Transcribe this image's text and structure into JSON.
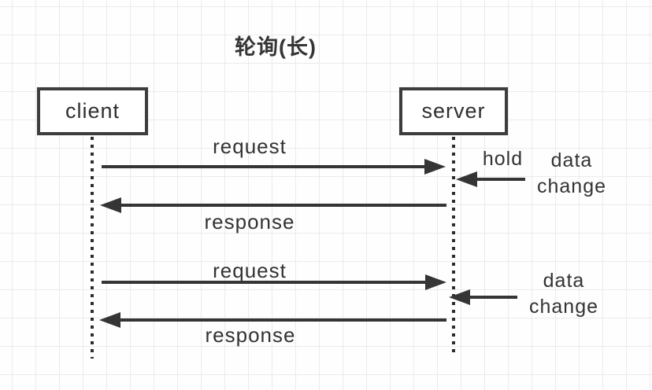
{
  "title": "轮询(长)",
  "actors": [
    {
      "label": "client"
    },
    {
      "label": "server"
    }
  ],
  "messages": [
    {
      "label": "request",
      "from": "client",
      "to": "server"
    },
    {
      "label": "response",
      "from": "server",
      "to": "client"
    },
    {
      "label": "request",
      "from": "client",
      "to": "server"
    },
    {
      "label": "response",
      "from": "server",
      "to": "client"
    }
  ],
  "annotations": {
    "hold": "hold",
    "data_change_1": {
      "line1": "data",
      "line2": "change"
    },
    "data_change_2": {
      "line1": "data",
      "line2": "change"
    }
  },
  "colors": {
    "ink": "#353535",
    "box_border": "#3d3d3d",
    "grid_line": "#ebebeb",
    "background": "#fefefe"
  }
}
